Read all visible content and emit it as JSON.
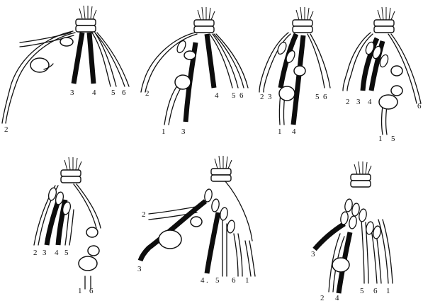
{
  "panels": [
    {
      "id": "step-1",
      "labels": [
        "2",
        "3",
        "4",
        "5",
        "6"
      ]
    },
    {
      "id": "step-2",
      "labels": [
        "2",
        "4",
        "5",
        "6",
        "1",
        "3"
      ]
    },
    {
      "id": "step-3",
      "labels": [
        "2",
        "3",
        "5",
        "6",
        "1",
        "4"
      ]
    },
    {
      "id": "step-4",
      "labels": [
        "2",
        "3",
        "4",
        "6",
        "1",
        "5"
      ]
    },
    {
      "id": "step-5",
      "labels": [
        "2",
        "3",
        "4",
        "5",
        "1",
        "6"
      ]
    },
    {
      "id": "step-6",
      "labels": [
        "2",
        "3",
        "4",
        ".",
        "5",
        "6",
        "1"
      ]
    },
    {
      "id": "step-7",
      "labels": [
        "3",
        "2",
        "4",
        "5",
        "6",
        "1"
      ]
    }
  ]
}
